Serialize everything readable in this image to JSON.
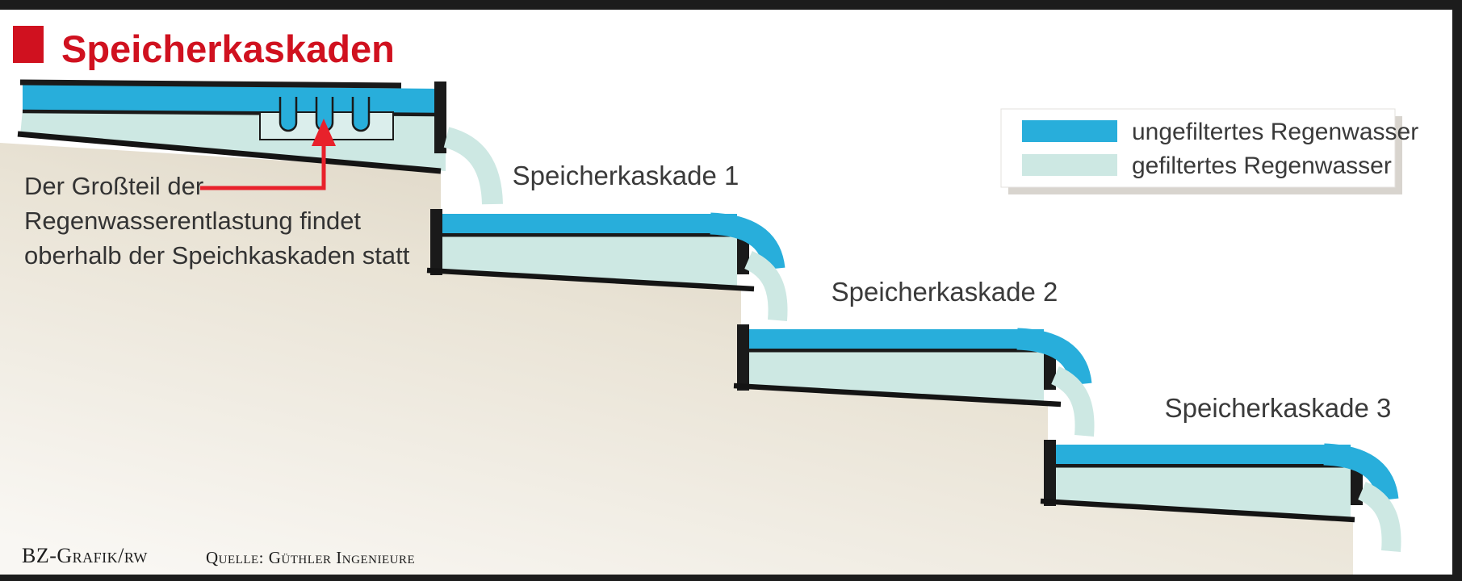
{
  "title": {
    "label": "Speicherkaskaden"
  },
  "legend": {
    "items": [
      {
        "label": "ungefiltertes Regenwasser",
        "color": "#28aedb"
      },
      {
        "label": "gefiltertes Regenwasser",
        "color": "#cde8e3"
      }
    ]
  },
  "cascades": [
    {
      "label": "Speicherkaskade 1"
    },
    {
      "label": "Speicherkaskade 2"
    },
    {
      "label": "Speicherkaskade 3"
    }
  ],
  "annotation": {
    "lines": [
      "Der Großteil der",
      "Regenwasserentlastung findet",
      "oberhalb der Speichkaskaden statt"
    ]
  },
  "footer": {
    "credit": "BZ-Grafik/rw",
    "source": "Quelle: Güthler Ingenieure"
  },
  "colors": {
    "unfiltered_water": "#28aedb",
    "filtered_water": "#cde8e3",
    "terrain_dark": "#d5ccba",
    "terrain_light": "#f9f7f3",
    "accent_red": "#d0111f",
    "arrow_red": "#e8212b",
    "line_black": "#1a1a1a"
  }
}
